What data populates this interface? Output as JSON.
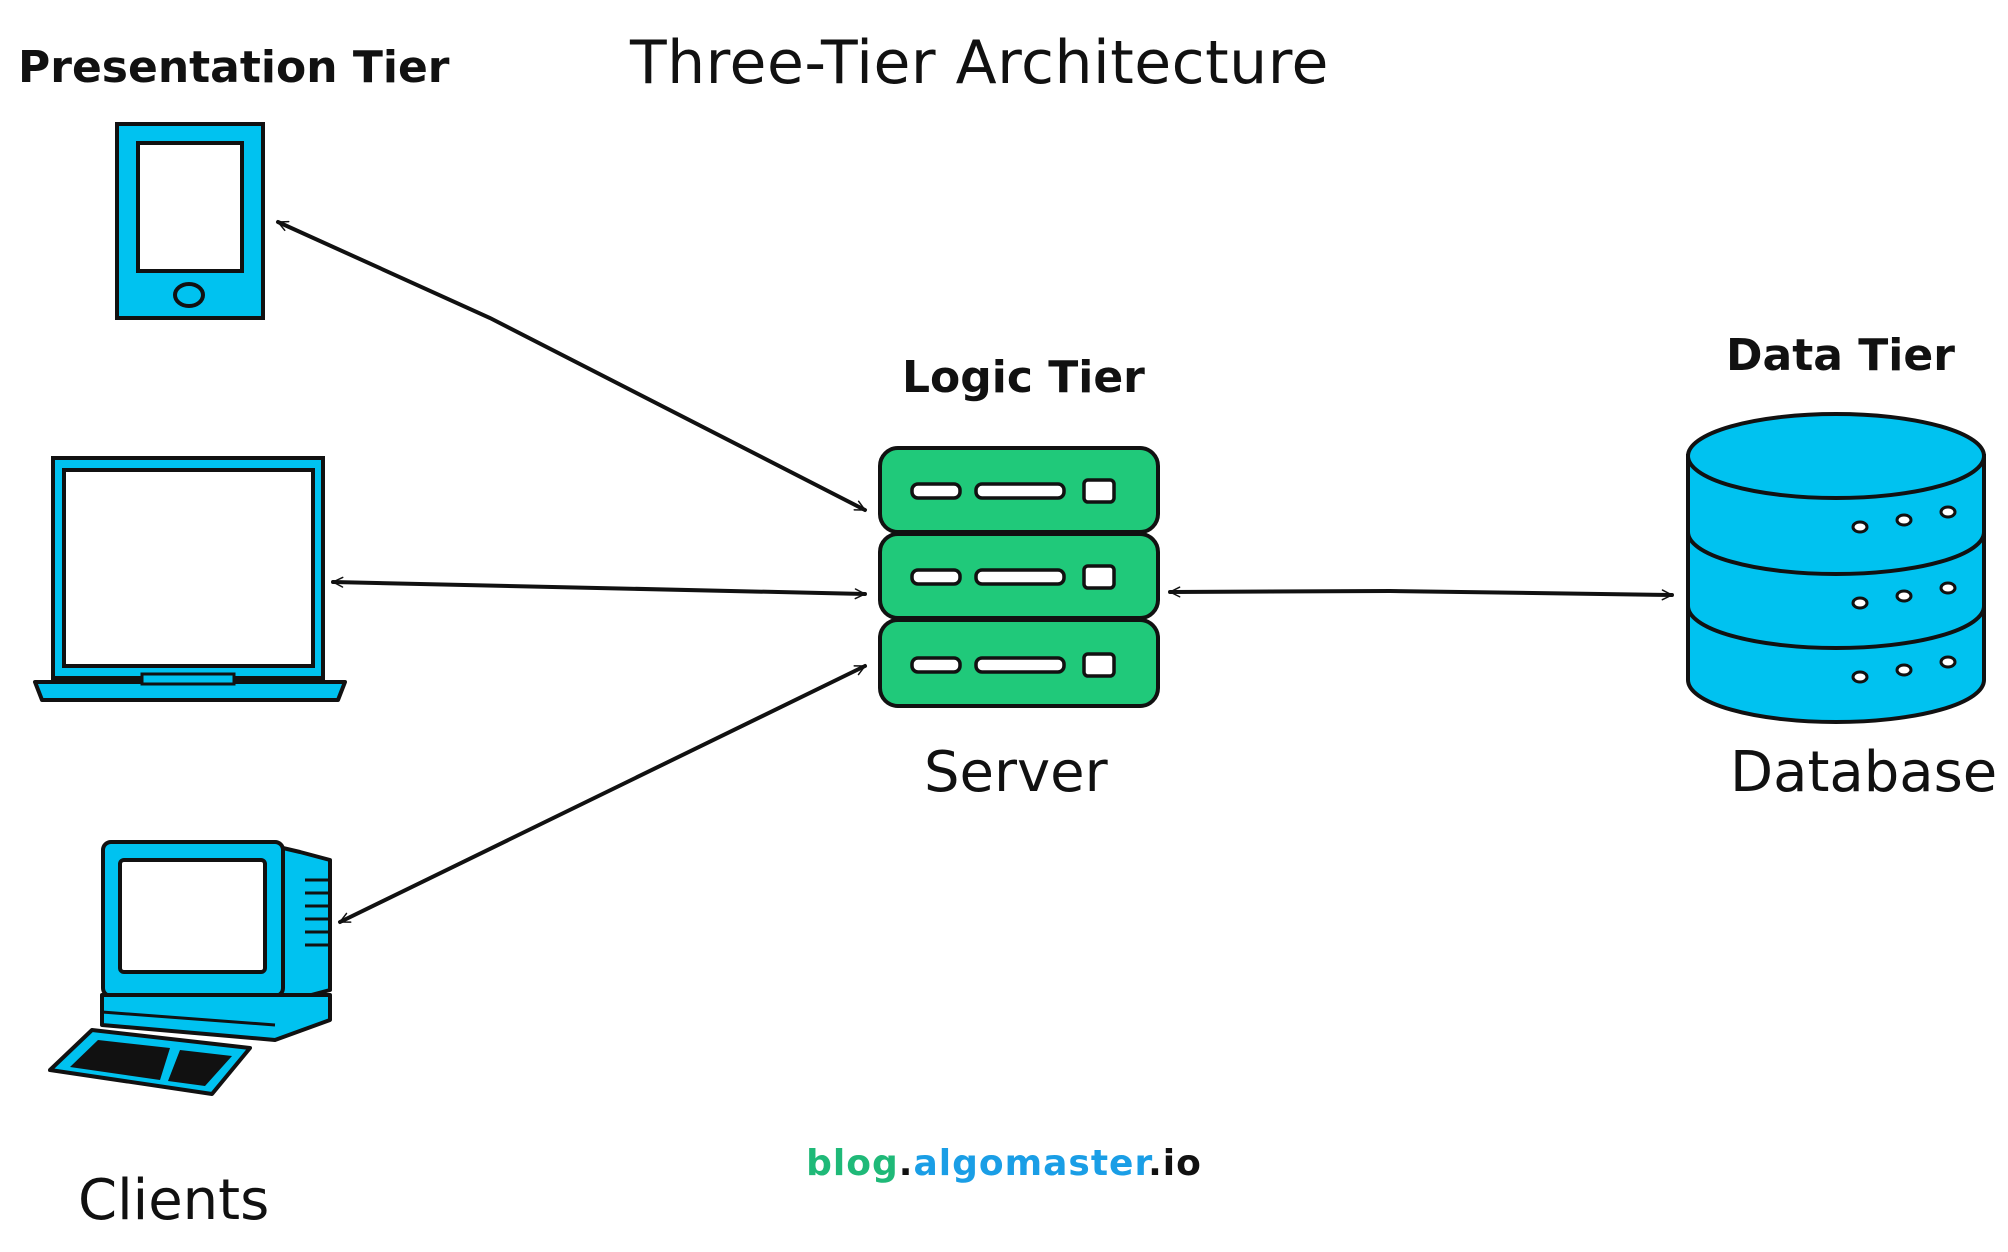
{
  "title": "Three-Tier Architecture",
  "tiers": {
    "presentation": "Presentation Tier",
    "logic": "Logic Tier",
    "data": "Data Tier"
  },
  "captions": {
    "server": "Server",
    "database": "Database",
    "clients": "Clients"
  },
  "watermark": {
    "part1": "blog",
    "dot1": ".",
    "part2": "algomaster",
    "dot2": ".",
    "part3": "io"
  },
  "colors": {
    "client_fill": "#00c2f0",
    "server_fill": "#20c97a",
    "database_fill": "#00c2f0",
    "stroke": "#111111",
    "watermark_green": "#1fb978",
    "watermark_blue": "#1a9ee6",
    "watermark_dark": "#111111"
  },
  "icons": [
    "tablet-icon",
    "laptop-icon",
    "desktop-computer-icon",
    "server-rack-icon",
    "database-icon"
  ]
}
